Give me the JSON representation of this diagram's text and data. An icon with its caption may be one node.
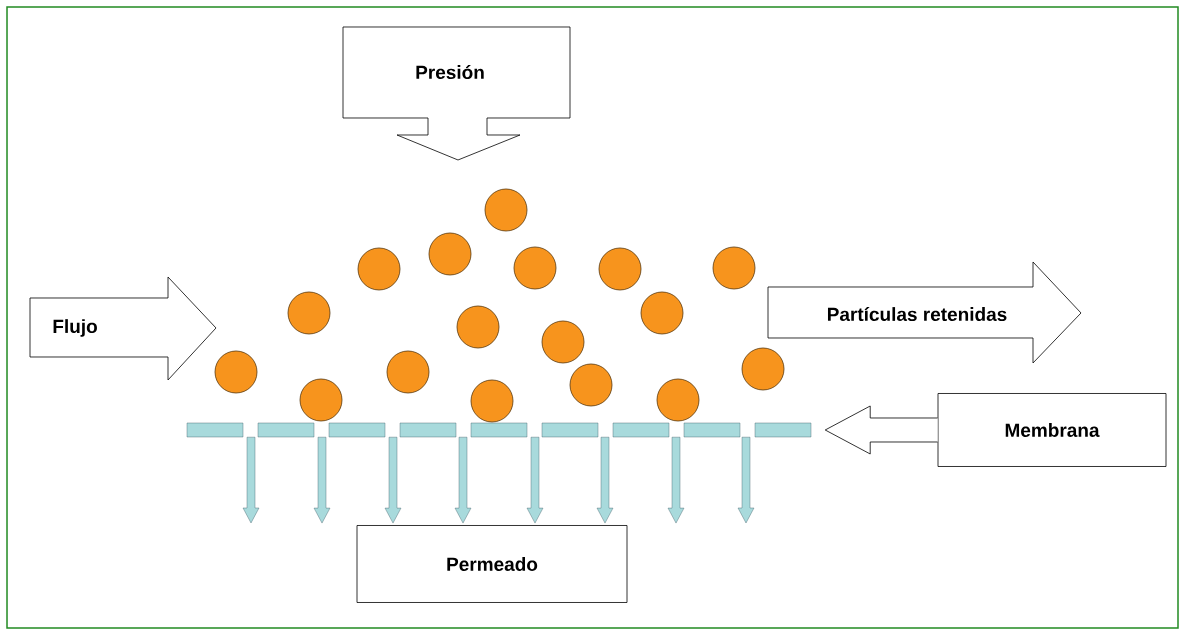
{
  "diagram": {
    "nodes": [
      {
        "text": [
          "Presión"
        ]
      },
      {
        "text": [
          "Flujo"
        ]
      },
      {
        "text": [
          "Partículas retenidas"
        ]
      },
      {
        "text": [
          "Membrana"
        ]
      },
      {
        "text": [
          "Permeado"
        ]
      },
      {
        "text": [],
        "shape": "bar"
      }
    ],
    "edges": [
      {
        "from": 3,
        "to": 5,
        "arrow": "to"
      },
      {
        "from": 5,
        "to": null,
        "arrow": "to"
      },
      {
        "from": 5,
        "to": 4,
        "arrow": "to"
      },
      {
        "from": 5,
        "to": 4,
        "arrow": "to"
      },
      {
        "from": 5,
        "to": 4,
        "arrow": "to"
      },
      {
        "from": 5,
        "to": 4,
        "arrow": "to"
      },
      {
        "from": 5,
        "to": 4,
        "arrow": "to"
      },
      {
        "from": 5,
        "to": 4,
        "arrow": "to"
      },
      {
        "from": 5,
        "to": null,
        "arrow": "to"
      }
    ]
  }
}
